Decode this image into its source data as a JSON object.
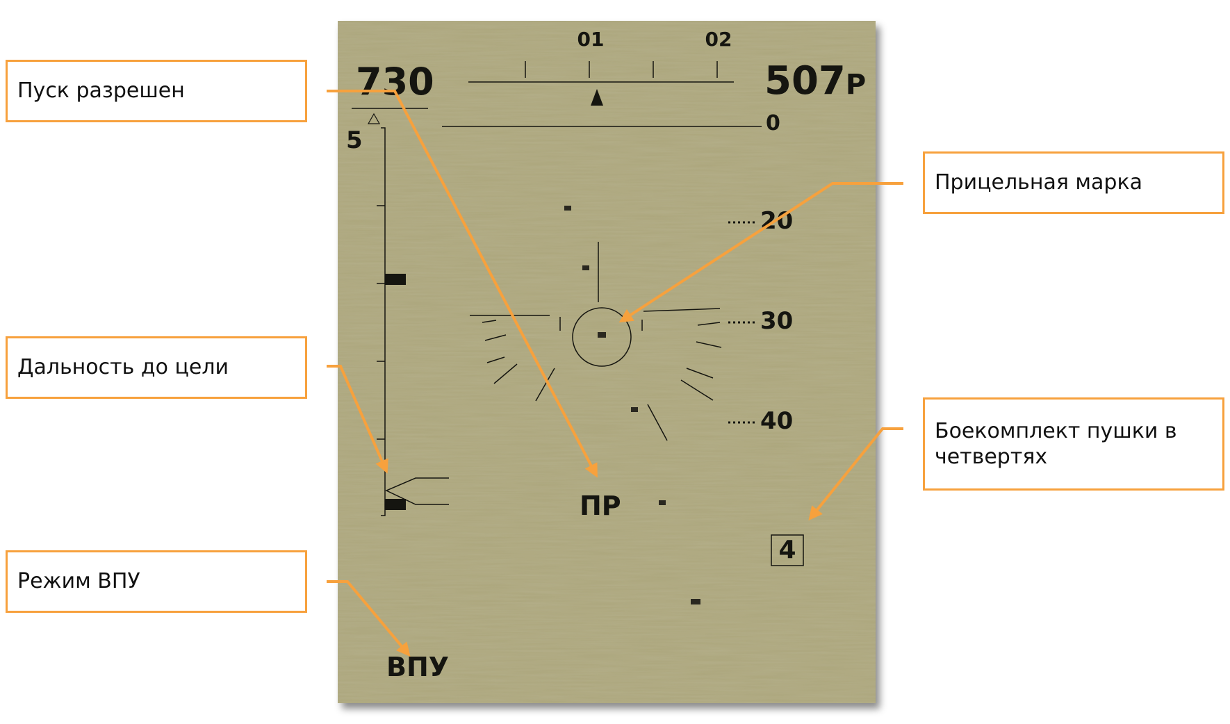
{
  "hud": {
    "heading_ticks": [
      "01",
      "02"
    ],
    "speed": "730",
    "altitude": "507",
    "altitude_mode": "Р",
    "pitch_ladder": [
      "0",
      "20",
      "30",
      "40"
    ],
    "range_scale_max": "5",
    "launch_permitted": "ПР",
    "ammo_quarters": "4",
    "mode": "ВПУ"
  },
  "callouts": {
    "launch_permitted": "Пуск разрешен",
    "range_to_target": "Дальность до цели",
    "mode_vpu": "Режим ВПУ",
    "aiming_mark": "Прицельная марка",
    "gun_ammo": "Боекомплект пушки в четвертях"
  },
  "colors": {
    "hud_background": "#a8a279",
    "symbology": "#151510",
    "callout_accent": "#f7a13d"
  }
}
